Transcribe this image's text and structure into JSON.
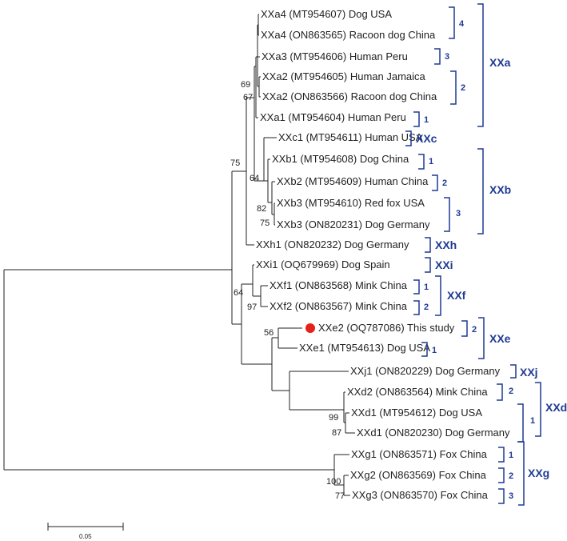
{
  "leaves": {
    "xxa4_dog": "XXa4 (MT954607) Dog USA",
    "xxa4_raccoon": "XXa4 (ON863565) Racoon dog China",
    "xxa3": "XXa3 (MT954606) Human Peru",
    "xxa2_human": "XXa2 (MT954605) Human Jamaica",
    "xxa2_raccoon": "XXa2 (ON863566) Racoon dog China",
    "xxa1": "XXa1 (MT954604) Human Peru",
    "xxc1": "XXc1 (MT954611) Human USA",
    "xxb1": "XXb1 (MT954608) Dog China",
    "xxb2": "XXb2 (MT954609) Human China",
    "xxb3_fox": "XXb3 (MT954610) Red fox USA",
    "xxb3_dog": "XXb3 (ON820231) Dog Germany",
    "xxh1": "XXh1 (ON820232) Dog Germany",
    "xxi1": "XXi1 (OQ679969) Dog Spain",
    "xxf1": "XXf1 (ON863568) Mink China",
    "xxf2": "XXf2 (ON863567) Mink China",
    "xxe2": "XXe2 (OQ787086) This study",
    "xxe1": "XXe1 (MT954613) Dog USA",
    "xxj1": "XXj1 (ON820229) Dog Germany",
    "xxd2": "XXd2 (ON863564) Mink China",
    "xxd1_dog_usa": "XXd1 (MT954612) Dog USA",
    "xxd1_dog_ger": "XXd1 (ON820230) Dog Germany",
    "xxg1": "XXg1 (ON863571) Fox China",
    "xxg2": "XXg2 (ON863569) Fox China",
    "xxg3": "XXg3 (ON863570) Fox China"
  },
  "bootstrap": {
    "n69": "69",
    "n67": "67",
    "n75a": "75",
    "n64b": "64",
    "n82": "82",
    "n75b": "75",
    "n64f": "64",
    "n97": "97",
    "n56": "56",
    "n99": "99",
    "n87": "87",
    "n100": "100",
    "n77": "77"
  },
  "subgroups": {
    "a4": "4",
    "a3": "3",
    "a2": "2",
    "a1": "1",
    "b1": "1",
    "b2": "2",
    "b3": "3",
    "f1": "1",
    "f2": "2",
    "e2": "2",
    "e1": "1",
    "d2": "2",
    "d1": "1",
    "g1": "1",
    "g2": "2",
    "g3": "3"
  },
  "clades": {
    "xxa": "XXa",
    "xxc": "XXc",
    "xxb": "XXb",
    "xxh": "XXh",
    "xxi": "XXi",
    "xxf": "XXf",
    "xxe": "XXe",
    "xxj": "XXj",
    "xxd": "XXd",
    "xxg": "XXg"
  },
  "scale_bar": {
    "label": "0.05"
  },
  "colors": {
    "bracket": "#1f3a93",
    "highlight_marker": "#e8201a",
    "branch": "#222222"
  }
}
